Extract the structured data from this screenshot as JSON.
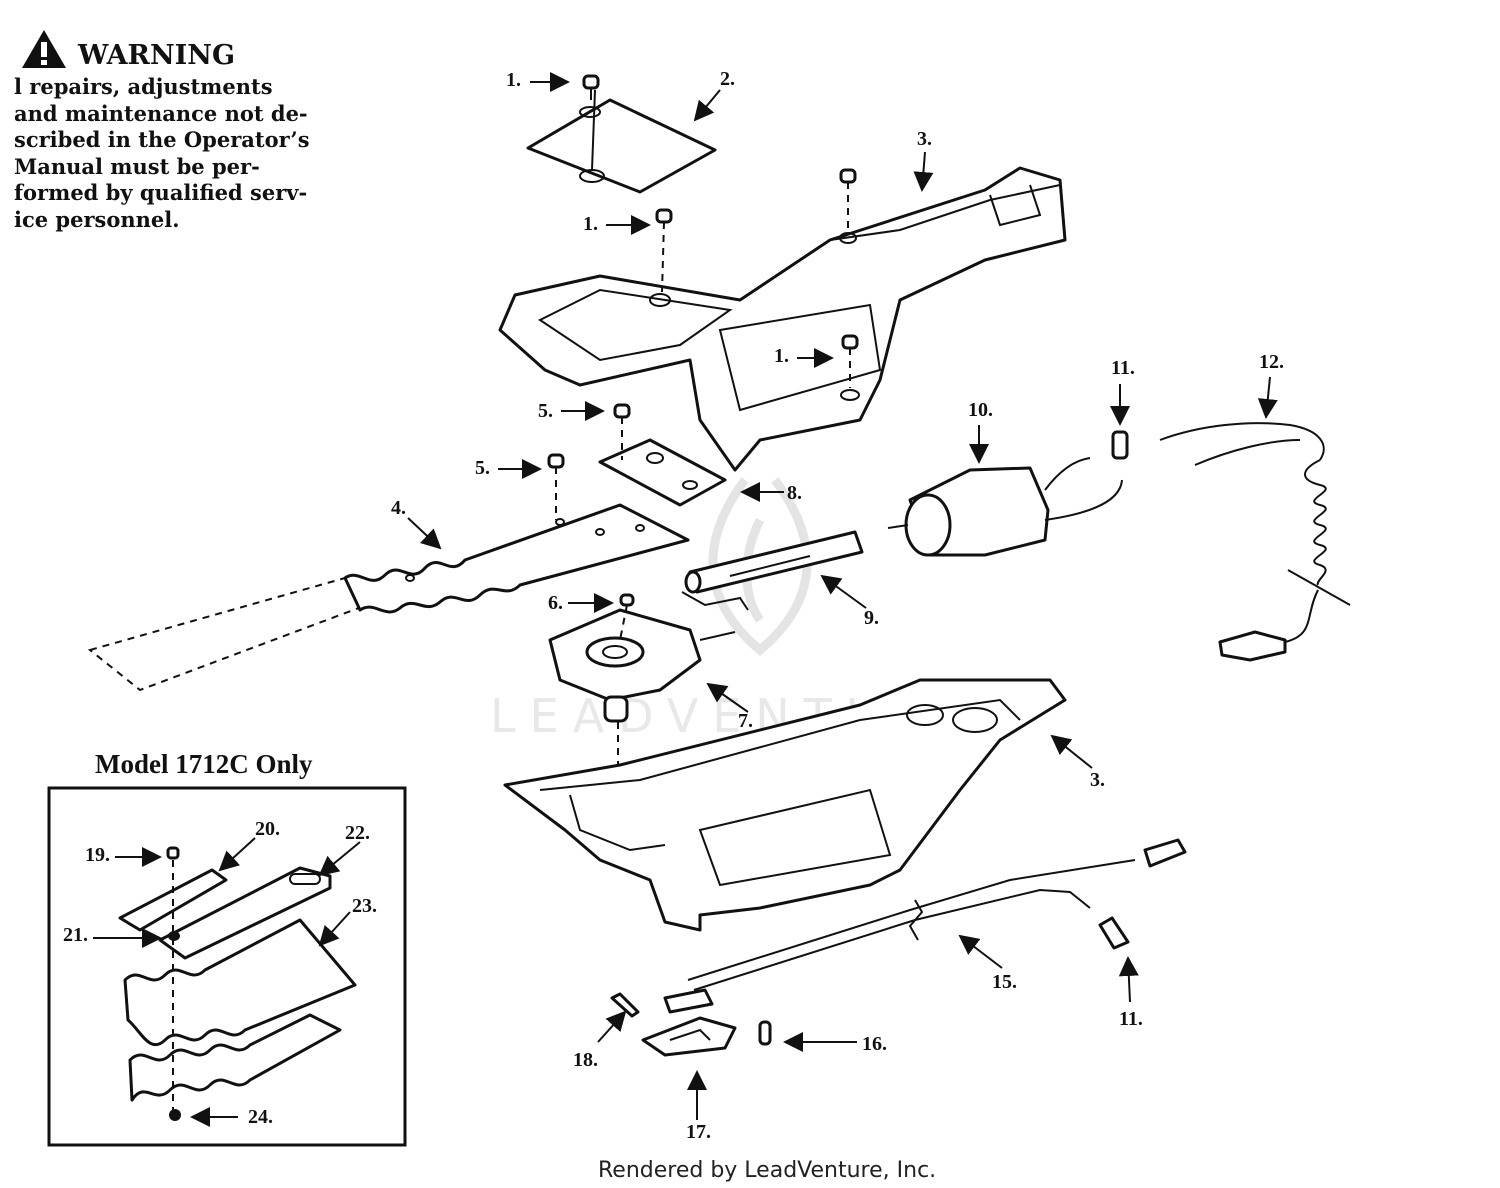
{
  "warning": {
    "title": "WARNING",
    "lines": [
      "l repairs, adjustments",
      "and maintenance not de-",
      "scribed in the Operator’s",
      "Manual must be per-",
      "formed by qualified serv-",
      "ice personnel."
    ]
  },
  "inset": {
    "title": "Model 1712C Only"
  },
  "callouts": {
    "c1a": "1.",
    "c1b": "1.",
    "c1c": "1.",
    "c2": "2.",
    "c3a": "3.",
    "c3b": "3.",
    "c4": "4.",
    "c5a": "5.",
    "c5b": "5.",
    "c6": "6.",
    "c7": "7.",
    "c8": "8.",
    "c9": "9.",
    "c10": "10.",
    "c11a": "11.",
    "c11b": "11.",
    "c12": "12.",
    "c15": "15.",
    "c16": "16.",
    "c17": "17.",
    "c18": "18.",
    "c19": "19.",
    "c20": "20.",
    "c21": "21.",
    "c22": "22.",
    "c23": "23.",
    "c24": "24."
  },
  "watermark": "LEADVENTURE",
  "credit": "Rendered by LeadVenture, Inc."
}
